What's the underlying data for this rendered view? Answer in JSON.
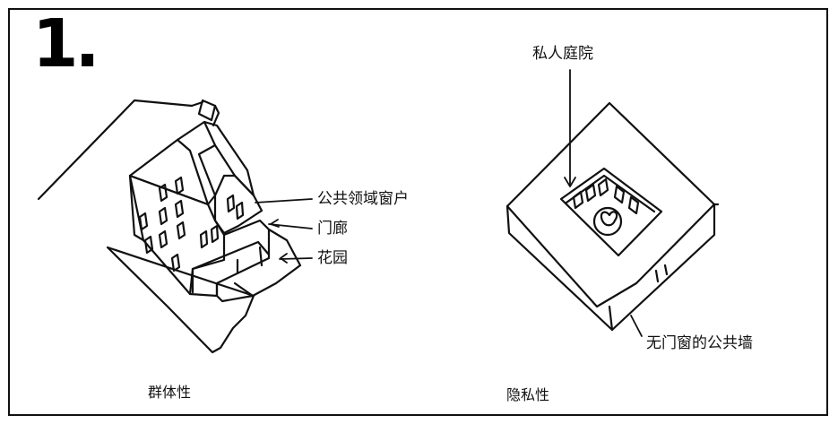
{
  "figure_number": "1.",
  "left_panel": {
    "caption": "群体性",
    "labels": {
      "public_windows": "公共领域窗户",
      "porch": "门廊",
      "garden": "花园"
    }
  },
  "right_panel": {
    "caption": "隐私性",
    "labels": {
      "private_courtyard": "私人庭院",
      "public_wall": "无门窗的公共墙"
    }
  },
  "colors": {
    "ink": "#111111",
    "paper": "#ffffff"
  }
}
